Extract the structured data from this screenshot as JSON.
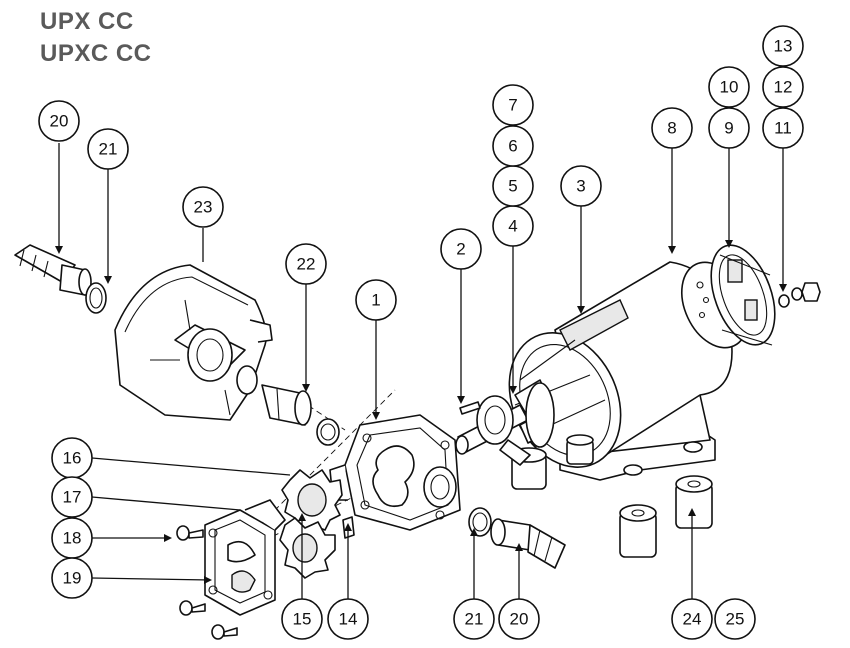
{
  "header": {
    "model_line_1": "UPX CC",
    "model_line_2": "UPXC CC"
  },
  "callouts": [
    {
      "id": "c1",
      "label": "1"
    },
    {
      "id": "c2",
      "label": "2"
    },
    {
      "id": "c3",
      "label": "3"
    },
    {
      "id": "c4",
      "label": "4"
    },
    {
      "id": "c5",
      "label": "5"
    },
    {
      "id": "c6",
      "label": "6"
    },
    {
      "id": "c7",
      "label": "7"
    },
    {
      "id": "c8",
      "label": "8"
    },
    {
      "id": "c9",
      "label": "9"
    },
    {
      "id": "c10",
      "label": "10"
    },
    {
      "id": "c11",
      "label": "11"
    },
    {
      "id": "c12",
      "label": "12"
    },
    {
      "id": "c13",
      "label": "13"
    },
    {
      "id": "c14",
      "label": "14"
    },
    {
      "id": "c15",
      "label": "15"
    },
    {
      "id": "c16",
      "label": "16"
    },
    {
      "id": "c17",
      "label": "17"
    },
    {
      "id": "c18",
      "label": "18"
    },
    {
      "id": "c19",
      "label": "19"
    },
    {
      "id": "c20a",
      "label": "20"
    },
    {
      "id": "c20b",
      "label": "20"
    },
    {
      "id": "c21a",
      "label": "21"
    },
    {
      "id": "c21b",
      "label": "21"
    },
    {
      "id": "c22",
      "label": "22"
    },
    {
      "id": "c23",
      "label": "23"
    },
    {
      "id": "c24",
      "label": "24"
    },
    {
      "id": "c25",
      "label": "25"
    }
  ],
  "icons": {
    "callout_marker": "circle-callout-icon",
    "motor": "motor-cylinder-icon",
    "gear": "gear-icon",
    "hose_fitting": "hose-barb-icon",
    "o_ring": "o-ring-icon",
    "screw": "screw-icon",
    "rubber_mount": "rubber-mount-icon"
  }
}
